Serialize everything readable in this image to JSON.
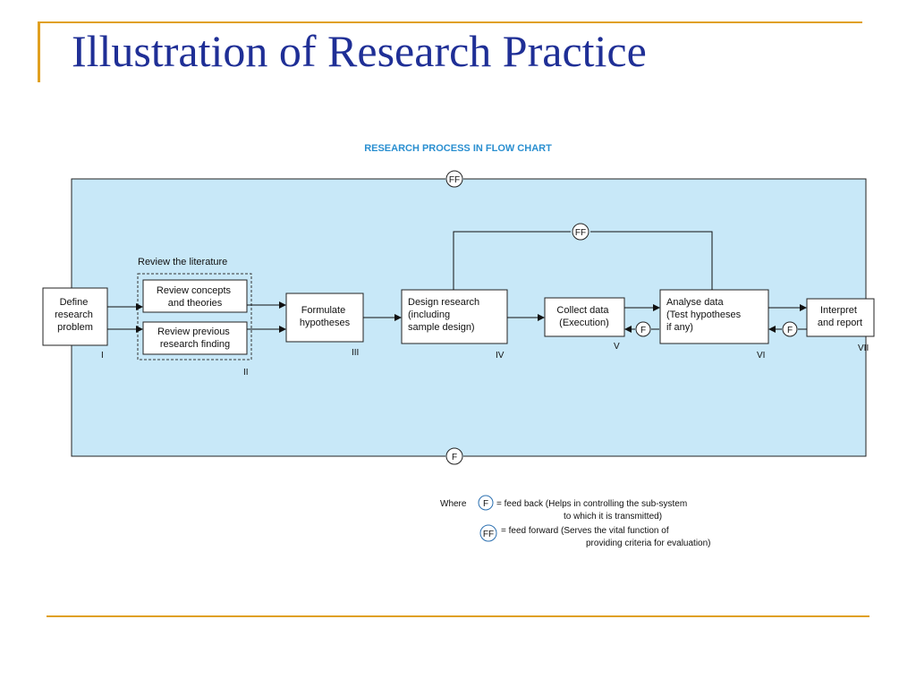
{
  "slide": {
    "title": "Illustration of Research Practice",
    "accent_color": "#e0a020",
    "title_color": "#1f2f96"
  },
  "diagram": {
    "title": "RESEARCH PROCESS IN FLOW CHART",
    "background_color": "#c8e8f8",
    "group_label": "Review the literature",
    "nodes": {
      "define": [
        "Define",
        "research",
        "problem"
      ],
      "concepts": [
        "Review concepts",
        "and theories"
      ],
      "previous": [
        "Review previous",
        "research finding"
      ],
      "hypotheses": [
        "Formulate",
        "hypotheses"
      ],
      "design": [
        "Design research",
        "(including",
        "sample design)"
      ],
      "collect": [
        "Collect data",
        "(Execution)"
      ],
      "analyse": [
        "Analyse data",
        "(Test hypotheses",
        "if any)"
      ],
      "interpret": [
        "Interpret",
        "and report"
      ]
    },
    "stages": {
      "i": "I",
      "ii": "II",
      "iii": "III",
      "iv": "IV",
      "v": "V",
      "vi": "VI",
      "vii": "VII"
    },
    "markers": {
      "feed_forward": "FF",
      "feed_back": "F"
    },
    "legend": {
      "where": "Where",
      "fb_text": [
        "= feed back (Helps in controlling the sub-system",
        "to which it is transmitted)"
      ],
      "ff_text": [
        "= feed forward (Serves the vital function of",
        "providing criteria for evaluation)"
      ]
    }
  }
}
